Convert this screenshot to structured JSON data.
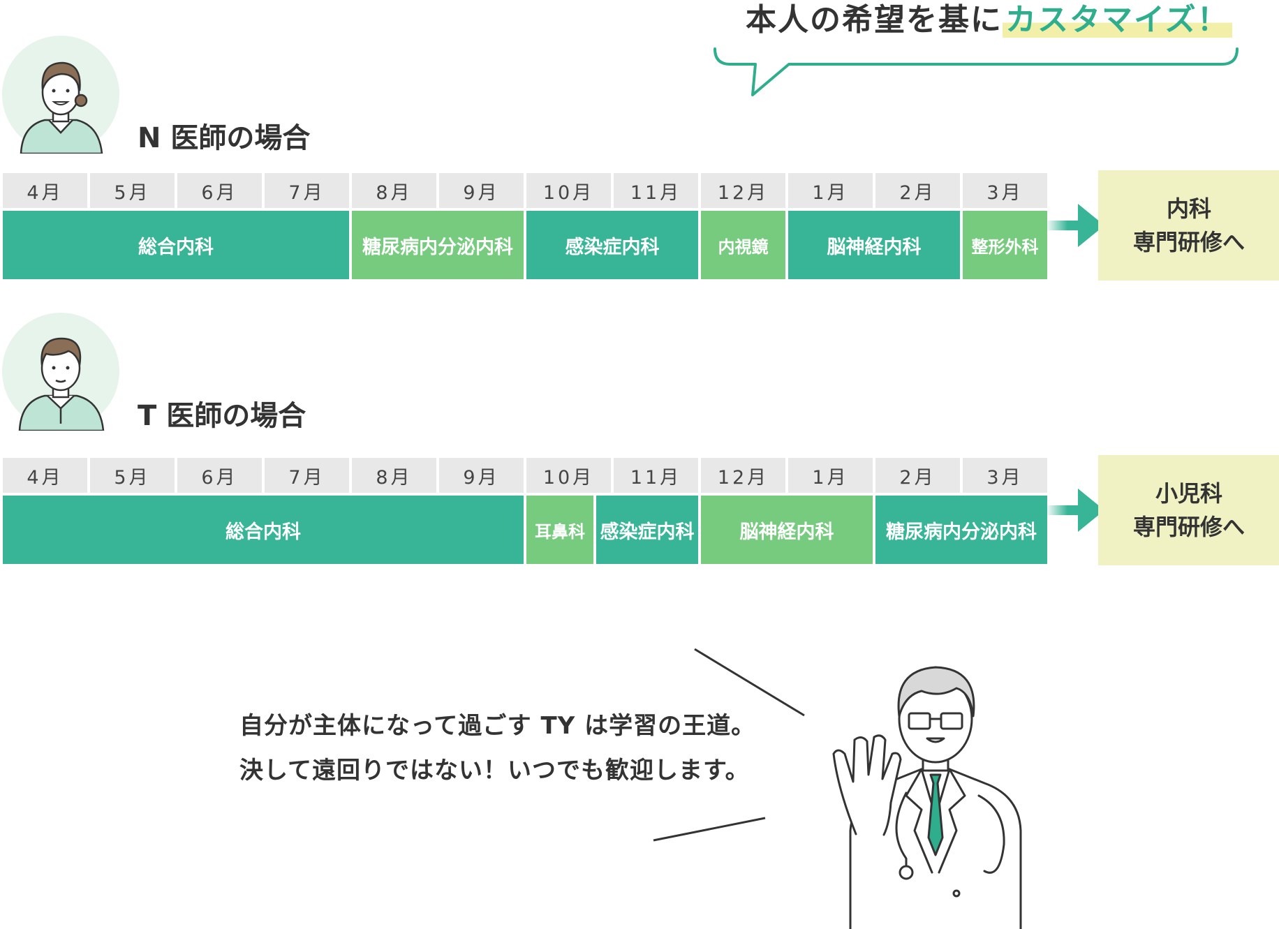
{
  "headline": {
    "prefix": "本人の希望を基に",
    "highlight": "カスタマイズ！"
  },
  "colors": {
    "teal": "#37b596",
    "green": "#77cb7e",
    "month_bg": "#e8e8e8",
    "dest_bg": "#f0f2c4",
    "accent": "#2fae8e"
  },
  "plans": [
    {
      "name": "N 医師の場合",
      "months": [
        "4月",
        "5月",
        "6月",
        "7月",
        "8月",
        "9月",
        "10月",
        "11月",
        "12月",
        "1月",
        "2月",
        "3月"
      ],
      "blocks": [
        {
          "label": "総合内科",
          "months": 4,
          "color": "teal"
        },
        {
          "label": "糖尿病内分泌内科",
          "months": 2,
          "color": "green"
        },
        {
          "label": "感染症内科",
          "months": 2,
          "color": "teal"
        },
        {
          "label": "内視鏡",
          "months": 1,
          "color": "green"
        },
        {
          "label": "脳神経内科",
          "months": 2,
          "color": "teal"
        },
        {
          "label": "整形外科",
          "months": 1,
          "color": "green"
        }
      ],
      "destination": [
        "内科",
        "専門研修へ"
      ]
    },
    {
      "name": "T 医師の場合",
      "months": [
        "4月",
        "5月",
        "6月",
        "7月",
        "8月",
        "9月",
        "10月",
        "11月",
        "12月",
        "1月",
        "2月",
        "3月"
      ],
      "blocks": [
        {
          "label": "総合内科",
          "months": 6,
          "color": "teal"
        },
        {
          "label": "耳鼻科",
          "months": 0.8,
          "color": "green"
        },
        {
          "label": "感染症内科",
          "months": 1.2,
          "color": "teal"
        },
        {
          "label": "脳神経内科",
          "months": 2,
          "color": "green"
        },
        {
          "label": "糖尿病内分泌内科",
          "months": 2,
          "color": "teal"
        }
      ],
      "destination": [
        "小児科",
        "専門研修へ"
      ]
    }
  ],
  "quote": {
    "line1": "自分が主体になって過ごす TY は学習の王道。",
    "line2": "決して遠回りではない！いつでも歓迎します。"
  }
}
